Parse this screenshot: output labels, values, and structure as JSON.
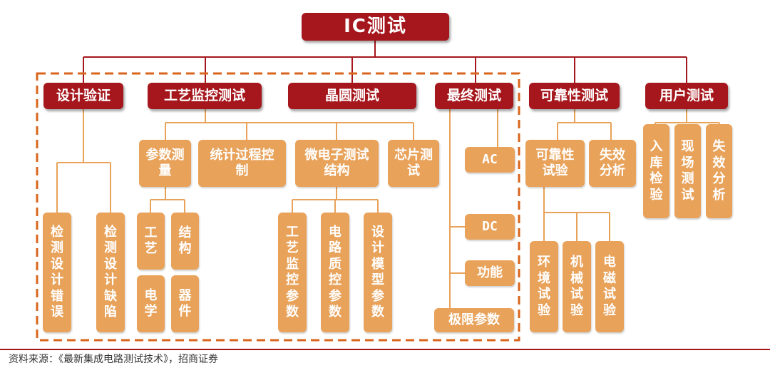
{
  "diagram": {
    "root": "IC测试",
    "categories": {
      "design": "设计验证",
      "process": "工艺监控测试",
      "wafer": "晶圆测试",
      "final": "最终测试",
      "reliability": "可靠性测试",
      "user": "用户测试"
    },
    "design_items": {
      "detect_error": "检测设计错误",
      "detect_defect": "检测设计缺陷"
    },
    "process_items": {
      "param": "参数测量",
      "spc": "统计过程控制",
      "micro": "微电子测试结构",
      "chip": "芯片测试",
      "craft": "工艺",
      "structure": "结构",
      "electric": "电学",
      "device": "器件"
    },
    "wafer_items": {
      "monitor_param": "工艺监控参数",
      "circuit_param": "电路质控参数",
      "model_param": "设计模型参数"
    },
    "final_items": {
      "ac": "AC",
      "dc": "DC",
      "func": "功能",
      "limit": "极限参数"
    },
    "reliability_items": {
      "test": "可靠性试验",
      "failure": "失效分析",
      "env": "环境试验",
      "mech": "机械试验",
      "emag": "电磁试验"
    },
    "user_items": {
      "incoming": "入库检验",
      "field": "现场测试",
      "failure": "失效分析"
    },
    "colors": {
      "red": "#a5171c",
      "tan": "#e8a25a",
      "dashed": "#d9651d",
      "line_red": "#a5171c",
      "line_tan": "#e8a25a"
    }
  },
  "footnote": "资料来源：《最新集成电路测试技术》，招商证券"
}
